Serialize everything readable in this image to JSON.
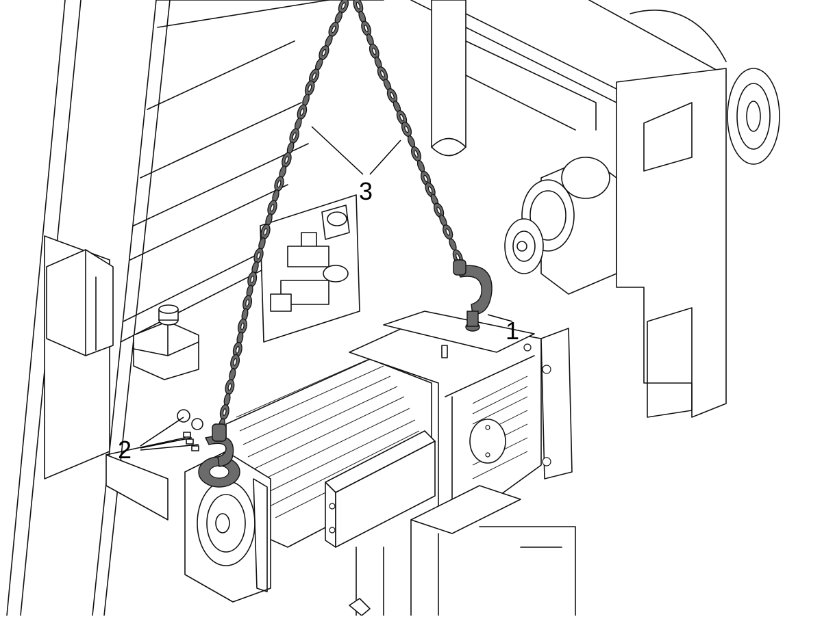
{
  "callouts": {
    "c1": "1",
    "c2": "2",
    "c3": "3"
  },
  "colors": {
    "line": "#111111",
    "chain": "#6b6b6b",
    "background": "#ffffff"
  }
}
